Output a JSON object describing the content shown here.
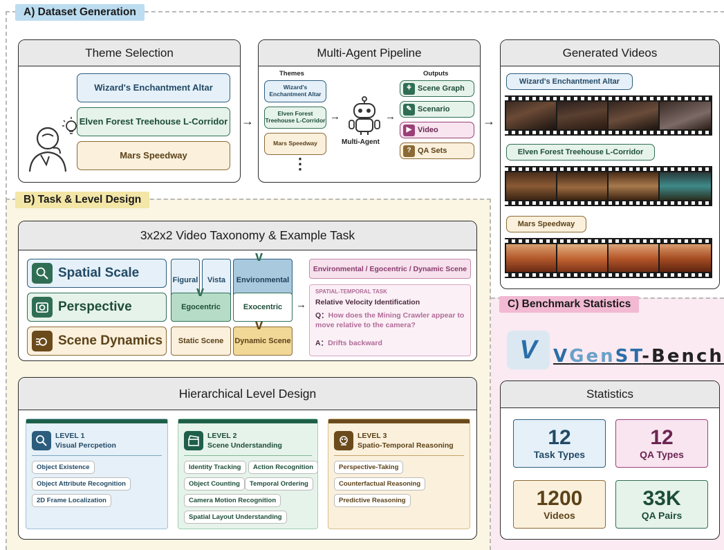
{
  "section_a": {
    "tag": "A) Dataset Generation",
    "theme_selection": {
      "title": "Theme Selection",
      "themes": [
        "Wizard's Enchantment Altar",
        "Elven Forest Treehouse L-Corridor",
        "Mars Speedway"
      ]
    },
    "pipeline": {
      "title": "Multi-Agent Pipeline",
      "themes_label": "Themes",
      "outputs_label": "Outputs",
      "themes": [
        "Wizard's Enchantment Altar",
        "Elven Forest Treehouse L-Corridor",
        "Mars Speedway"
      ],
      "ellipsis": "⋮",
      "agent_label": "Multi-Agent",
      "outputs": [
        "Scene Graph",
        "Scenario",
        "Video",
        "QA Sets"
      ]
    },
    "generated_videos": {
      "title": "Generated Videos",
      "videos": [
        "Wizard's Enchantment Altar",
        "Elven Forest Treehouse L-Corridor",
        "Mars Speedway"
      ]
    },
    "arrow": "→",
    "colors": {
      "blue": "#e5f0f8",
      "green": "#e6f3ea",
      "tan": "#faf0dc",
      "pink": "#f8e5f0"
    }
  },
  "section_b": {
    "tag": "B) Task & Level Design",
    "taxonomy": {
      "title": "3x2x2 Video Taxonomy & Example Task",
      "rows": [
        {
          "label": "Spatial Scale",
          "icon": "globe-magnifier-icon",
          "cells": [
            "Figural",
            "Vista",
            "Environmental"
          ]
        },
        {
          "label": "Perspective",
          "icon": "camera-icon",
          "cells": [
            "Egocentric",
            "Exocentric"
          ]
        },
        {
          "label": "Scene Dynamics",
          "icon": "motion-icon",
          "cells": [
            "Static Scene",
            "Dynamic Scene"
          ]
        }
      ],
      "check": "v",
      "example": {
        "header": "Environmental / Egocentric / Dynamic Scene",
        "task_type": "SPATIAL-TEMPORAL TASK",
        "task_name": "Relative Velocity Identification",
        "q_prefix": "Q：",
        "question": "How does the Mining Crawler appear to move relative to the camera?",
        "a_prefix": "A：",
        "answer": "Drifts backward"
      }
    },
    "levels": {
      "title": "Hierarchical Level Design",
      "items": [
        {
          "level": "LEVEL 1",
          "name": "Visual Percpetion",
          "tasks": [
            "Object Existence",
            "Object Attribute Recognition",
            "2D Frame Localization"
          ]
        },
        {
          "level": "LEVEL 2",
          "name": "Scene Understanding",
          "tasks": [
            "Identity Tracking",
            "Action Recognition",
            "Object Counting",
            "Temporal Ordering",
            "Camera Motion Recognition",
            "Spatial Layout Understanding"
          ]
        },
        {
          "level": "LEVEL 3",
          "name": "Spatio-Temporal Reasoning",
          "tasks": [
            "Perspective-Taking",
            "Counterfactual Reasoning",
            "Predictive Reasoning"
          ]
        }
      ]
    }
  },
  "section_c": {
    "tag": "C) Benchmark Statistics",
    "logo_mark": "V",
    "bench_name": {
      "v": "V",
      "gen": "Gen",
      "st": "ST",
      "rest": "-Bench"
    },
    "statistics_title": "Statistics",
    "stats": [
      {
        "value": "12",
        "label": "Task Types"
      },
      {
        "value": "12",
        "label": "QA Types"
      },
      {
        "value": "1200",
        "label": "Videos"
      },
      {
        "value": "33K",
        "label": "QA Pairs"
      }
    ]
  }
}
